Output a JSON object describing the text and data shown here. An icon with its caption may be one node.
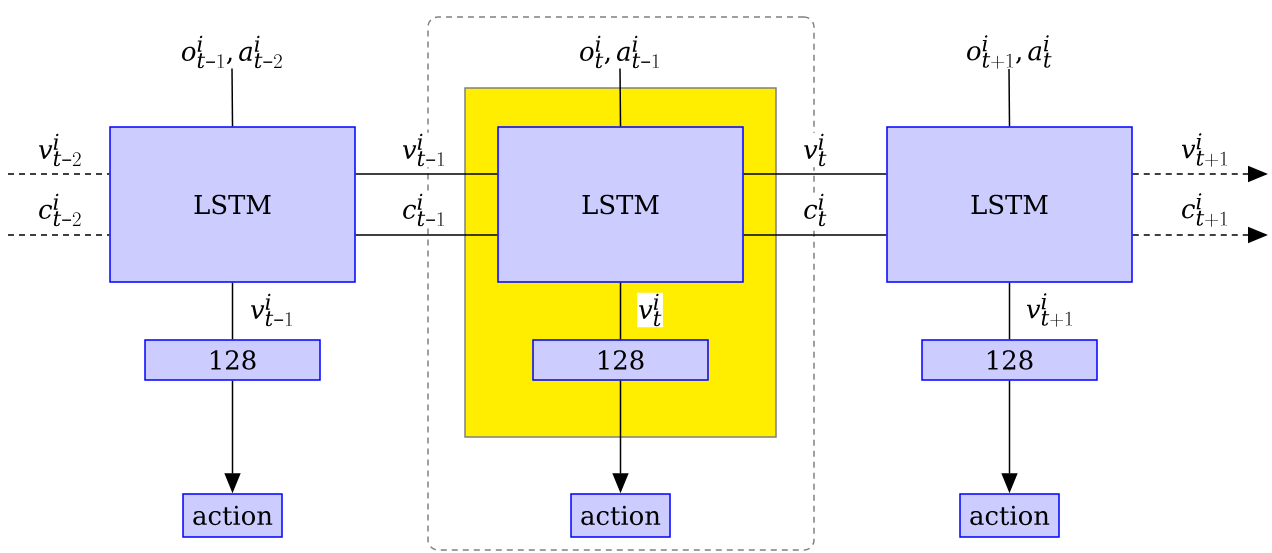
{
  "diagram": {
    "nodes": [
      {
        "text": [],
        "shape": "box"
      },
      {
        "text": [],
        "shape": "box",
        "in": 0
      },
      {
        "text": [
          "o^i_{t-1}, a^i_{t-2}"
        ]
      },
      {
        "text": [
          "o^i_{t}, a^i_{t-1}"
        ],
        "in": 0
      },
      {
        "text": [
          "o^i_{t+1}, a^i_{t}"
        ]
      },
      {
        "text": [
          "LSTM"
        ]
      },
      {
        "text": [
          "LSTM"
        ],
        "in": 1
      },
      {
        "text": [
          "LSTM"
        ]
      },
      {
        "text": [
          "128"
        ]
      },
      {
        "text": [
          "128"
        ],
        "in": 1
      },
      {
        "text": [
          "128"
        ]
      },
      {
        "text": [
          "action"
        ]
      },
      {
        "text": [
          "action"
        ],
        "in": 0
      },
      {
        "text": [
          "action"
        ]
      }
    ],
    "edges": [
      {
        "from": 2,
        "to": 5,
        "arrow": "none"
      },
      {
        "from": 3,
        "to": 6,
        "arrow": "none"
      },
      {
        "from": 4,
        "to": 7,
        "arrow": "none"
      },
      {
        "from": null,
        "to": 5,
        "arrow": "none",
        "style": "dashed",
        "label": "v^i_{t-2}"
      },
      {
        "from": null,
        "to": 5,
        "arrow": "none",
        "style": "dashed",
        "label": "c^i_{t-2}"
      },
      {
        "from": 5,
        "to": 6,
        "arrow": "none",
        "label": "v^i_{t-1}"
      },
      {
        "from": 5,
        "to": 6,
        "arrow": "none",
        "label": "c^i_{t-1}"
      },
      {
        "from": 6,
        "to": 7,
        "arrow": "none",
        "label": "v^i_{t}"
      },
      {
        "from": 6,
        "to": 7,
        "arrow": "none",
        "label": "c^i_{t}"
      },
      {
        "from": 7,
        "to": null,
        "arrow": "to",
        "style": "dashed",
        "label": "v^i_{t+1}"
      },
      {
        "from": 7,
        "to": null,
        "arrow": "to",
        "style": "dashed",
        "label": "c^i_{t+1}"
      },
      {
        "from": 5,
        "to": 8,
        "arrow": "none",
        "label": "v^i_{t-1}"
      },
      {
        "from": 6,
        "to": 9,
        "arrow": "none",
        "label": "v^i_{t}"
      },
      {
        "from": 7,
        "to": 10,
        "arrow": "none",
        "label": "v^i_{t+1}"
      },
      {
        "from": 8,
        "to": 11,
        "arrow": "to"
      },
      {
        "from": 9,
        "to": 12,
        "arrow": "to"
      },
      {
        "from": 10,
        "to": 13,
        "arrow": "to"
      }
    ]
  }
}
